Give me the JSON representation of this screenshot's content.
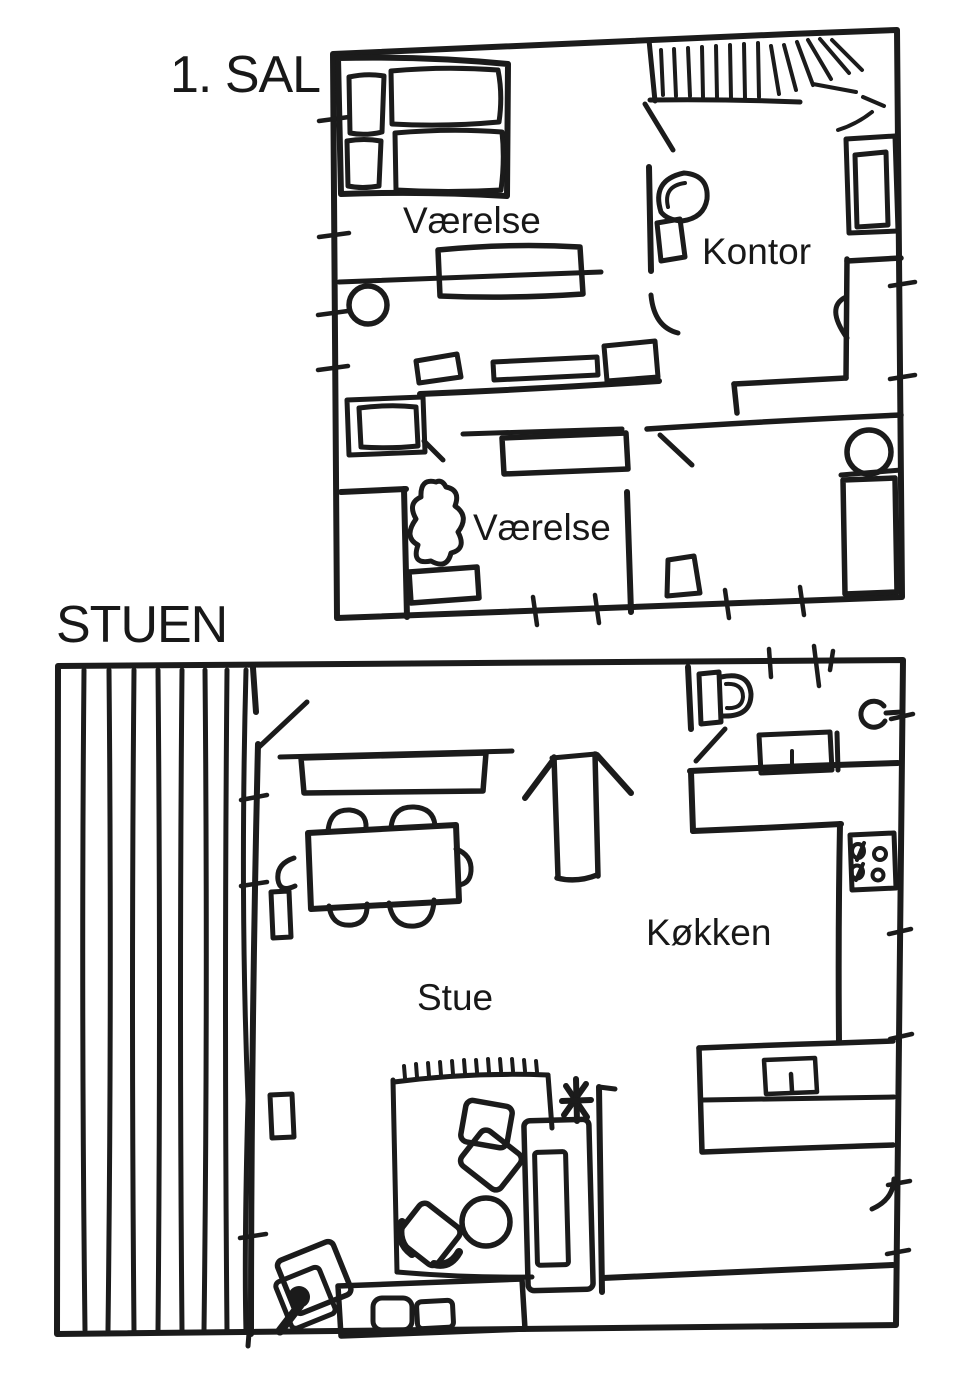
{
  "drawing": {
    "type": "hand-drawn floor plan sketch",
    "ink_color": "#1b1b1b",
    "paper_color": "#ffffff"
  },
  "floors": [
    {
      "label": "1. SAL",
      "rooms": [
        {
          "name": "Værelse"
        },
        {
          "name": "Kontor"
        },
        {
          "name": "Værelse"
        }
      ]
    },
    {
      "label": "STUEN",
      "rooms": [
        {
          "name": "Stue"
        },
        {
          "name": "Køkken"
        }
      ]
    }
  ]
}
